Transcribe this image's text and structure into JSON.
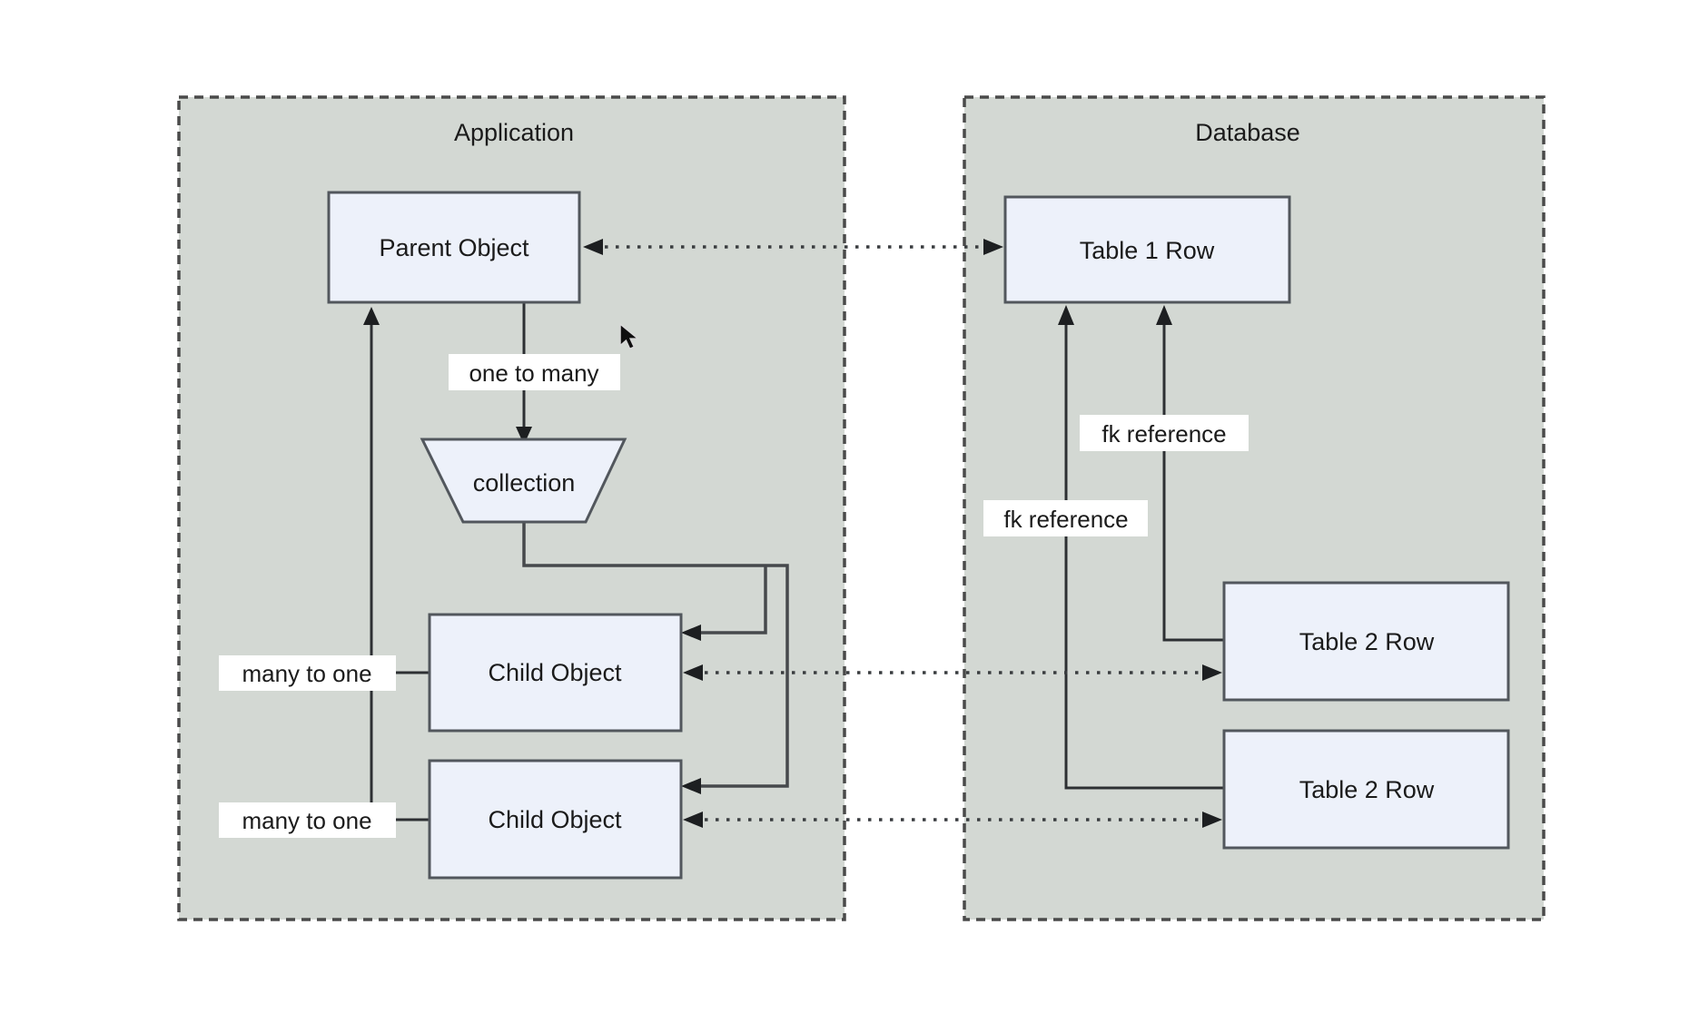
{
  "diagram": {
    "containers": {
      "application": {
        "title": "Application"
      },
      "database": {
        "title": "Database"
      }
    },
    "nodes": {
      "parent_object": {
        "label": "Parent Object"
      },
      "collection": {
        "label": "collection"
      },
      "child_object_1": {
        "label": "Child Object"
      },
      "child_object_2": {
        "label": "Child Object"
      },
      "table1_row": {
        "label": "Table 1 Row"
      },
      "table2_row_1": {
        "label": "Table 2 Row"
      },
      "table2_row_2": {
        "label": "Table 2 Row"
      }
    },
    "edge_labels": {
      "one_to_many": "one to many",
      "many_to_one_1": "many to one",
      "many_to_one_2": "many to one",
      "fk_reference_1": "fk reference",
      "fk_reference_2": "fk reference"
    },
    "colors": {
      "page_bg": "#ffffff",
      "container_fill": "#d3d8d3",
      "container_border": "#4a4a4a",
      "node_fill": "#edf1fa",
      "node_border": "#52575d",
      "line": "#2d3033",
      "label_bg": "#ffffff",
      "text": "#1b1b1b"
    }
  }
}
